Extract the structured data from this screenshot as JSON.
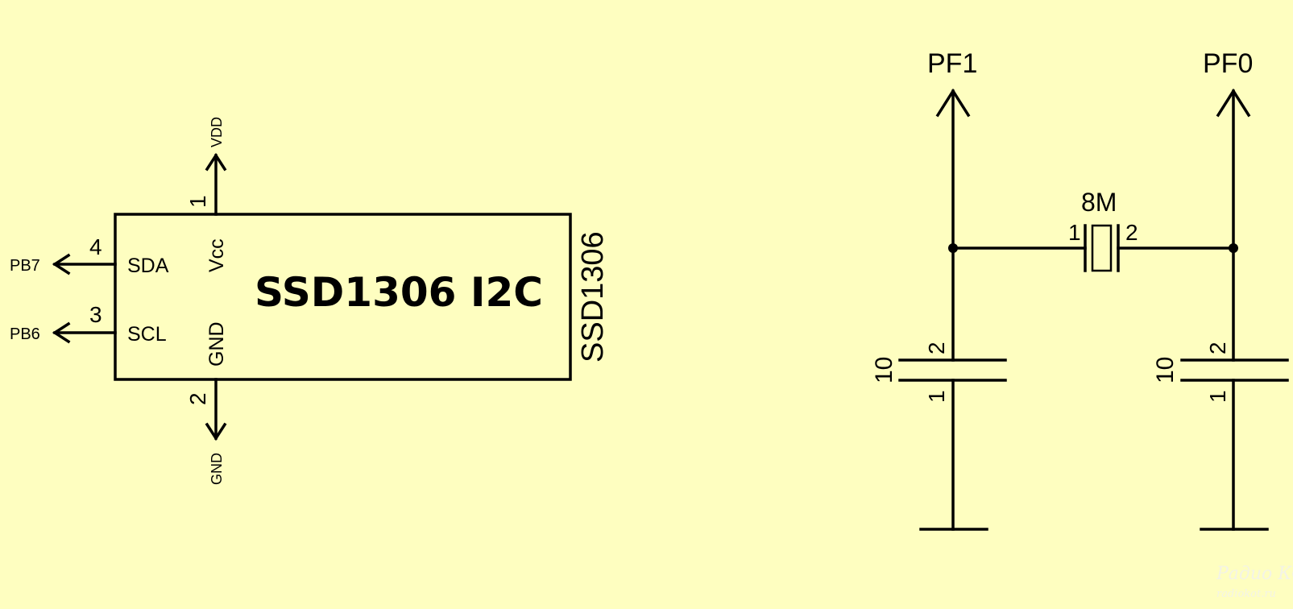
{
  "module": {
    "title": "SSD1306 I2C",
    "ref": "SSD1306",
    "pins": [
      {
        "number": "1",
        "label": "Vcc",
        "net": "VDD"
      },
      {
        "number": "2",
        "label": "GND",
        "net": "GND"
      },
      {
        "number": "3",
        "label": "SCL",
        "net": "PB6"
      },
      {
        "number": "4",
        "label": "SDA",
        "net": "PB7"
      }
    ]
  },
  "oscillator": {
    "crystal": {
      "value": "8M",
      "pin1": "1",
      "pin2": "2"
    },
    "left_net": "PF1",
    "right_net": "PF0",
    "cap_left": {
      "value": "10",
      "pin_top": "2",
      "pin_bottom": "1"
    },
    "cap_right": {
      "value": "10",
      "pin_top": "2",
      "pin_bottom": "1"
    }
  },
  "watermark": {
    "line1": "Радио КОТ",
    "line2": "radiokot.ru"
  },
  "colors": {
    "background": "#fefec0",
    "ink": "#000000"
  }
}
